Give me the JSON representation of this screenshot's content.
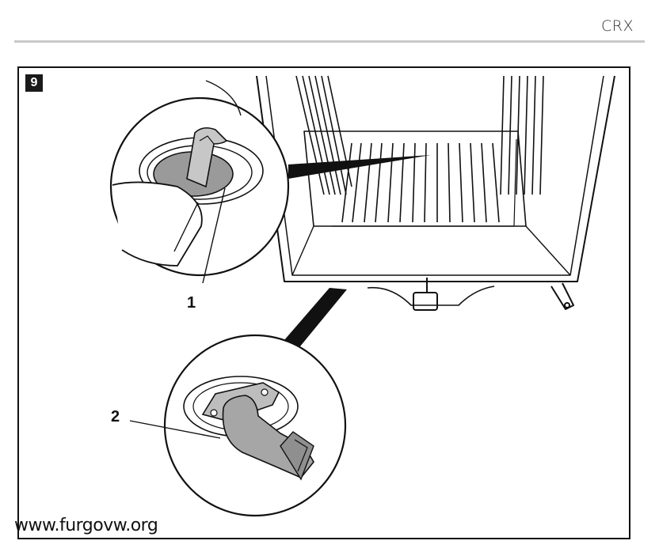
{
  "header": {
    "model_label": "CRX"
  },
  "figure": {
    "number": "9"
  },
  "callouts": {
    "drain_plug": "1",
    "drain_outlet": "2"
  },
  "watermark": {
    "text": "www.furgovw.org"
  }
}
